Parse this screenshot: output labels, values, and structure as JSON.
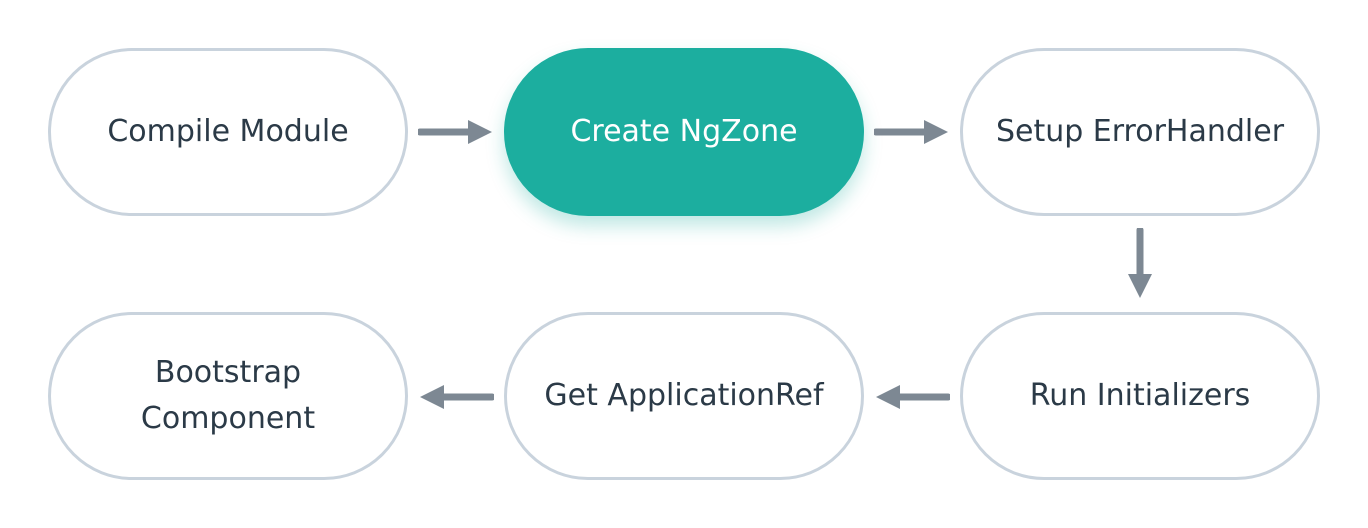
{
  "diagram": {
    "nodes": [
      {
        "id": "compile-module",
        "lines": [
          "Compile Module"
        ],
        "active": false
      },
      {
        "id": "create-ngzone",
        "lines": [
          "Create NgZone"
        ],
        "active": true
      },
      {
        "id": "setup-errorhandler",
        "lines": [
          "Setup ErrorHandler"
        ],
        "active": false
      },
      {
        "id": "run-initializers",
        "lines": [
          "Run Initializers"
        ],
        "active": false
      },
      {
        "id": "get-applicationref",
        "lines": [
          "Get ApplicationRef"
        ],
        "active": false
      },
      {
        "id": "bootstrap-component",
        "lines": [
          "Bootstrap",
          "Component"
        ],
        "active": false
      }
    ],
    "edges": [
      {
        "from": "compile-module",
        "to": "create-ngzone"
      },
      {
        "from": "create-ngzone",
        "to": "setup-errorhandler"
      },
      {
        "from": "setup-errorhandler",
        "to": "run-initializers"
      },
      {
        "from": "run-initializers",
        "to": "get-applicationref"
      },
      {
        "from": "get-applicationref",
        "to": "bootstrap-component"
      }
    ],
    "colors": {
      "node_border": "#c9d3dd",
      "node_text": "#2b3a47",
      "active_fill": "#1cae9f",
      "active_text": "#ffffff",
      "arrow": "#7d8893"
    }
  }
}
